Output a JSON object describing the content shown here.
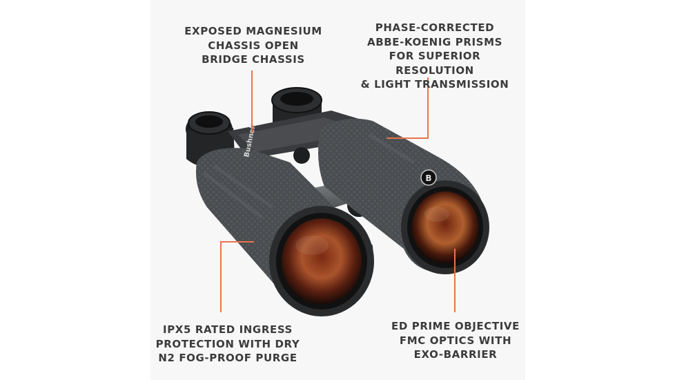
{
  "accent_color": "#e8744a",
  "brand": {
    "strap_logo": "Bushnell",
    "badge_mark": "B"
  },
  "callouts": {
    "chassis": "EXPOSED MAGNESIUM\nCHASSIS OPEN\nBRIDGE CHASSIS",
    "prisms": "PHASE-CORRECTED\nABBE-KOENIG PRISMS\nFOR SUPERIOR RESOLUTION\n& LIGHT TRANSMISSION",
    "ipx": "IPX5 RATED INGRESS\nPROTECTION WITH DRY\nN2 FOG-PROOF PURGE",
    "objective": "ED PRIME OBJECTIVE\nFMC OPTICS WITH\nEXO-BARRIER"
  }
}
